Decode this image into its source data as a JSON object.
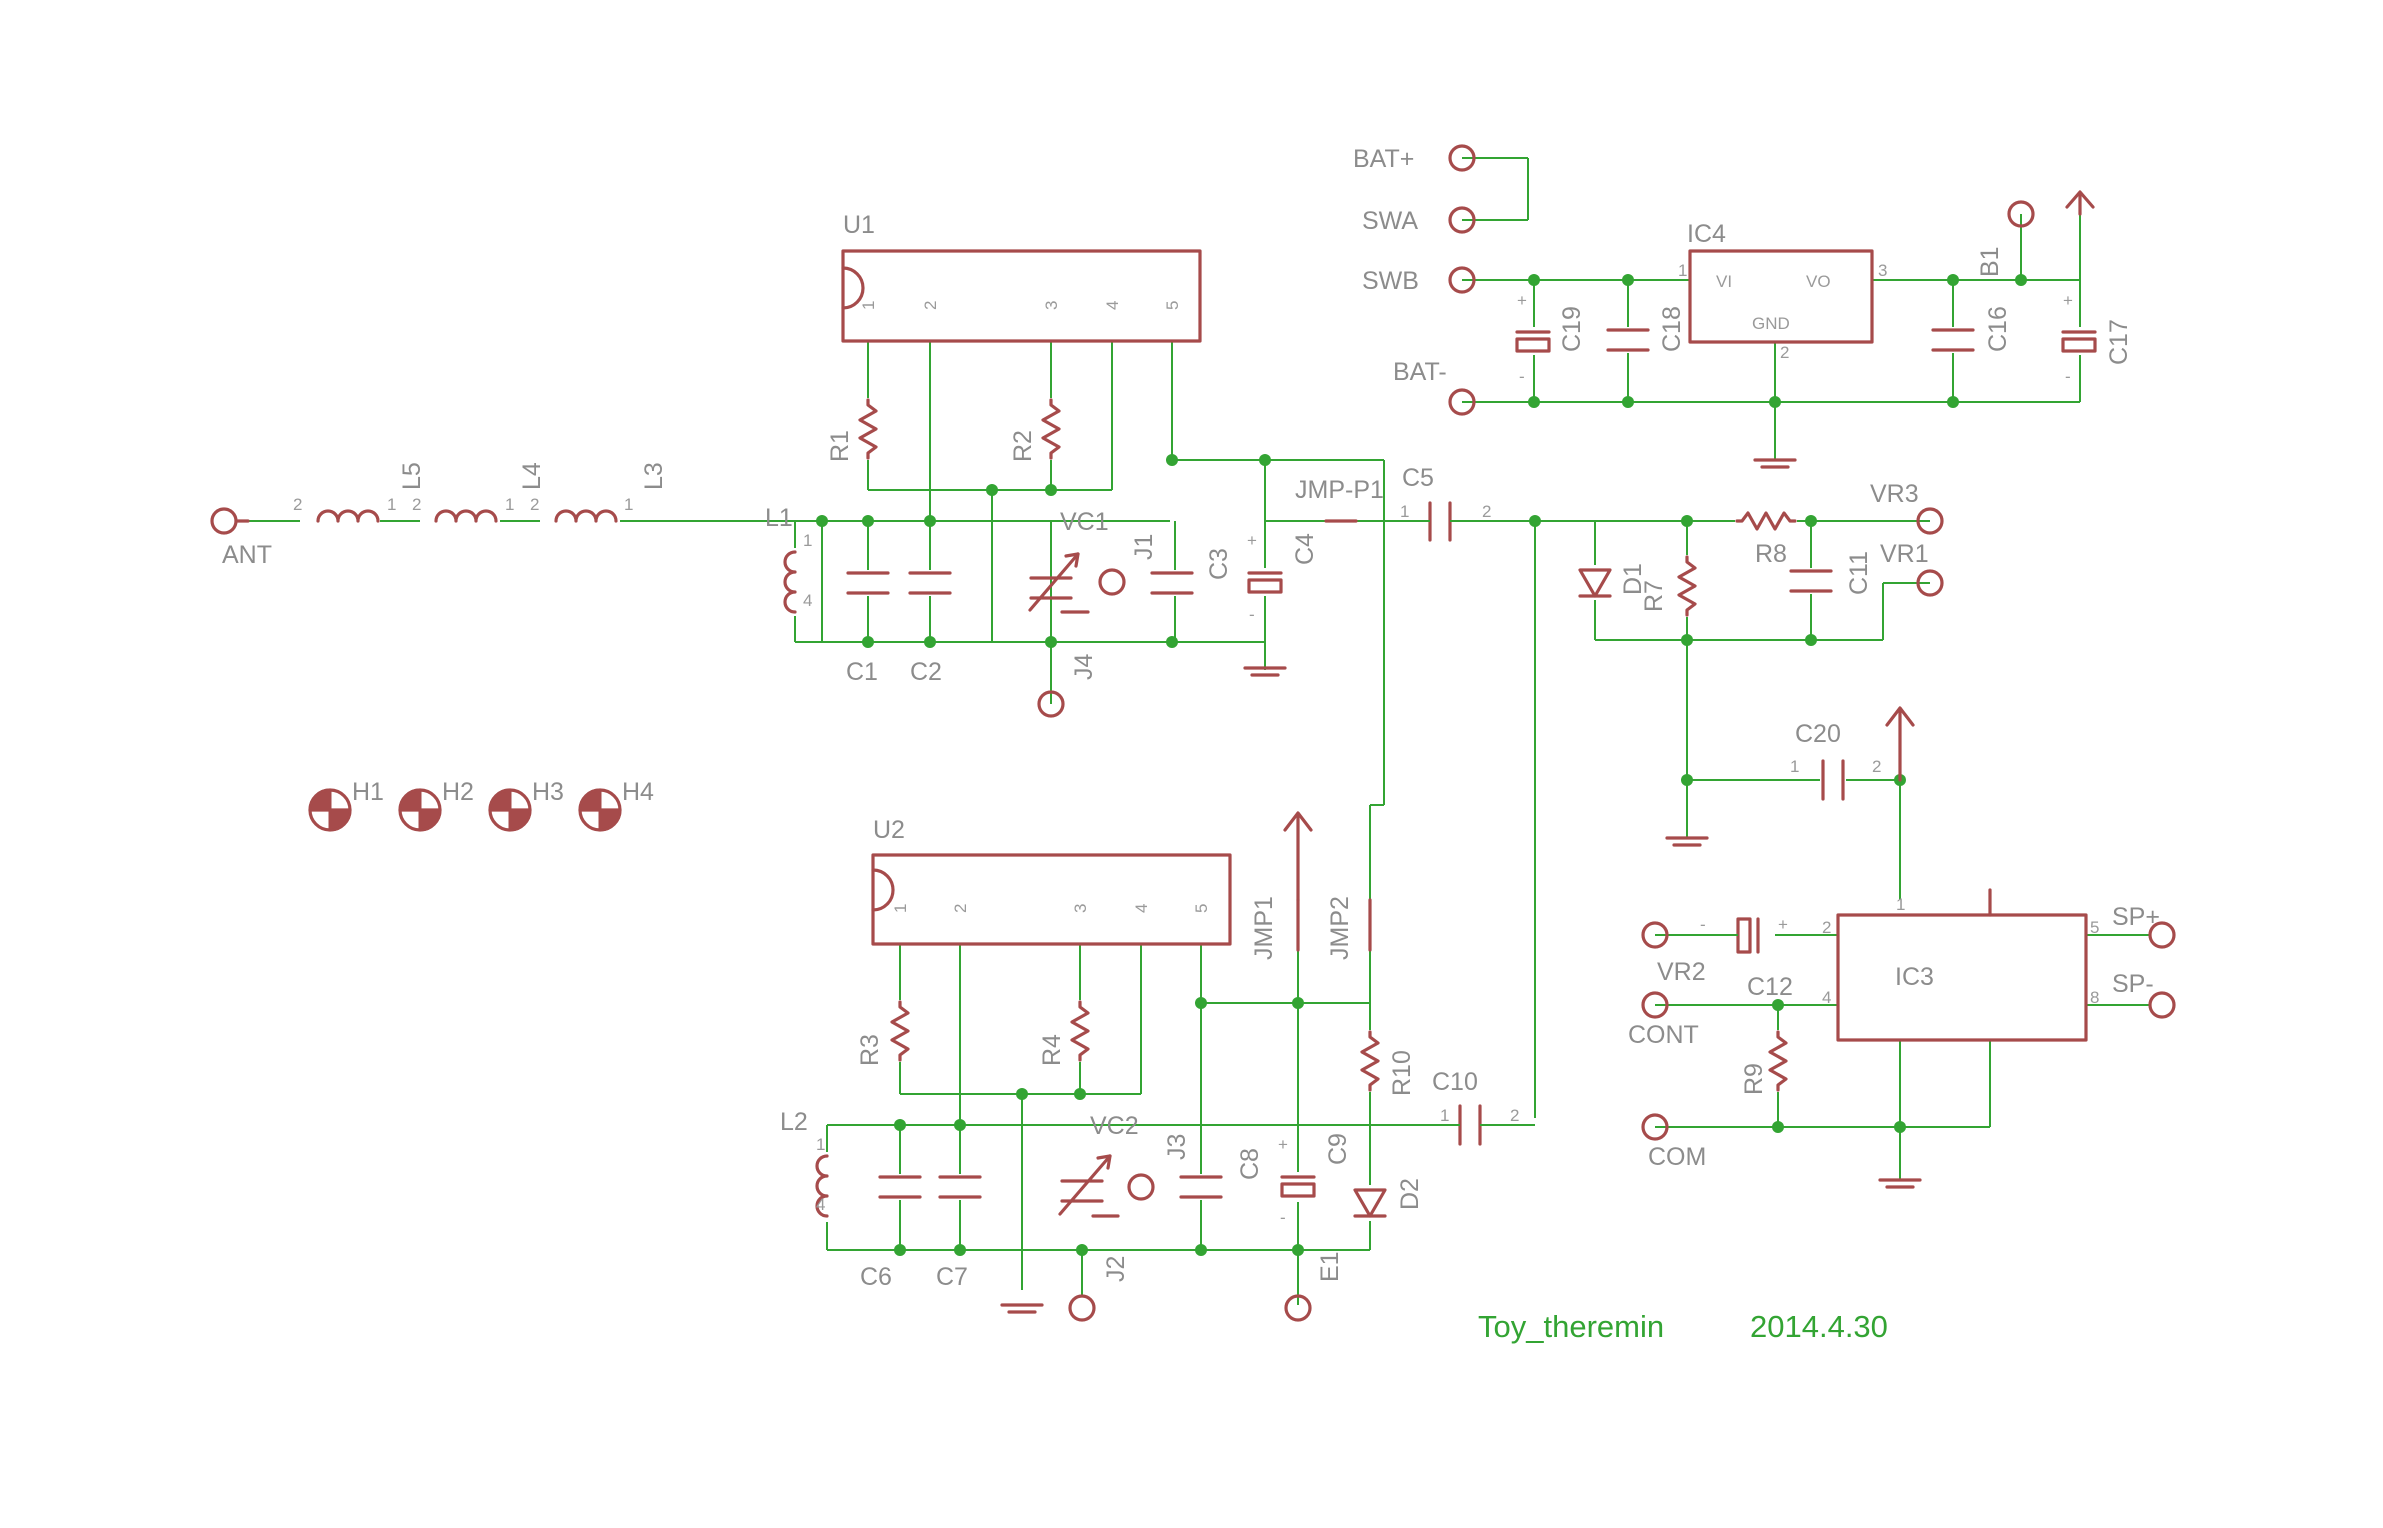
{
  "title": {
    "name": "Toy_theremin",
    "date": "2014.4.30"
  },
  "colors": {
    "wire": "#33a433",
    "symbol": "#a64b4b",
    "label": "#8c8c8c",
    "background": "#ffffff"
  },
  "refs": {
    "U1": "U1",
    "U2": "U2",
    "IC3": "IC3",
    "IC4": "IC4",
    "L1": "L1",
    "L2": "L2",
    "L3": "L3",
    "L4": "L4",
    "L5": "L5",
    "R1": "R1",
    "R2": "R2",
    "R3": "R3",
    "R4": "R4",
    "R7": "R7",
    "R8": "R8",
    "R9": "R9",
    "R10": "R10",
    "C1": "C1",
    "C2": "C2",
    "C3": "C3",
    "C4": "C4",
    "C5": "C5",
    "C6": "C6",
    "C7": "C7",
    "C8": "C8",
    "C9": "C9",
    "C10": "C10",
    "C11": "C11",
    "C12": "C12",
    "C16": "C16",
    "C17": "C17",
    "C18": "C18",
    "C19": "C19",
    "C20": "C20",
    "VC1": "VC1",
    "VC2": "VC2",
    "D1": "D1",
    "D2": "D2",
    "J1": "J1",
    "J2": "J2",
    "J3": "J3",
    "J4": "J4",
    "JMP1": "JMP1",
    "JMP2": "JMP2",
    "JMPP1": "JMP-P1",
    "E1": "E1",
    "B1": "B1",
    "H1": "H1",
    "H2": "H2",
    "H3": "H3",
    "H4": "H4",
    "ANT": "ANT",
    "BATP": "BAT+",
    "BATN": "BAT-",
    "SWA": "SWA",
    "SWB": "SWB",
    "VR1": "VR1",
    "VR2": "VR2",
    "VR3": "VR3",
    "CONT": "CONT",
    "COM": "COM",
    "SPP": "SP+",
    "SPN": "SP-"
  },
  "pins": {
    "one": "1",
    "two": "2",
    "three": "3",
    "four": "4",
    "five": "5",
    "eight": "8",
    "vi": "VI",
    "vo": "VO",
    "gnd": "GND",
    "plus": "+",
    "minus": "-"
  }
}
